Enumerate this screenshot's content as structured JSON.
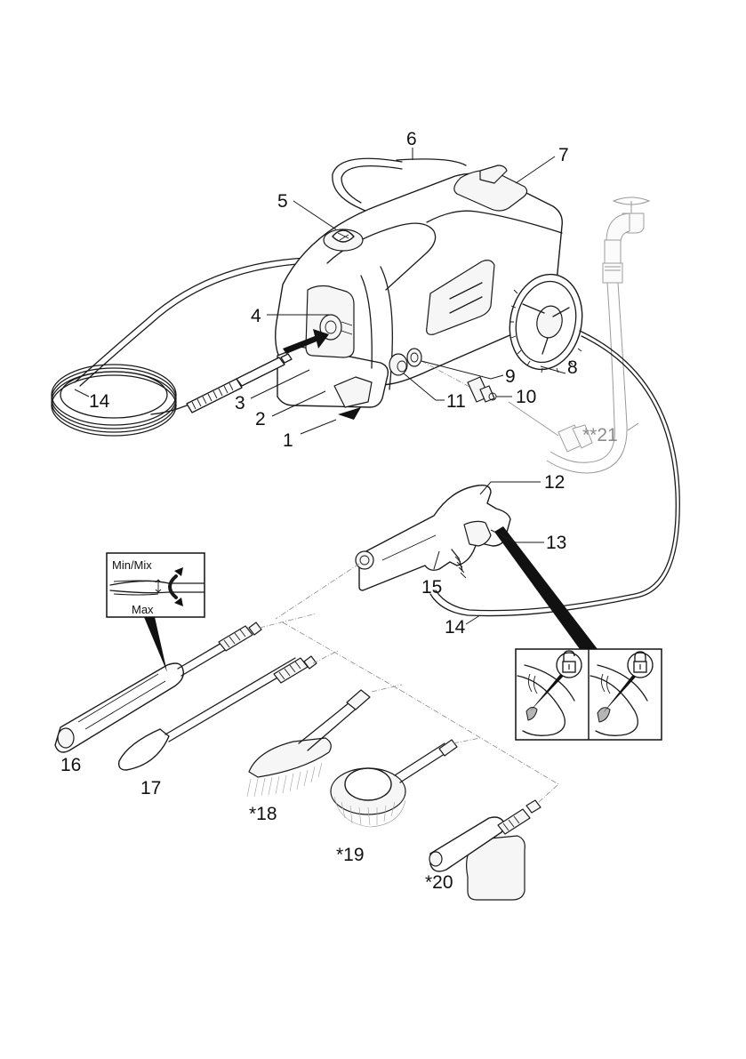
{
  "figure": {
    "type": "exploded-parts-diagram",
    "subject": "pressure washer with accessories"
  },
  "callouts": [
    {
      "id": "1",
      "label": "1"
    },
    {
      "id": "2",
      "label": "2"
    },
    {
      "id": "3",
      "label": "3"
    },
    {
      "id": "4",
      "label": "4"
    },
    {
      "id": "5",
      "label": "5"
    },
    {
      "id": "6",
      "label": "6"
    },
    {
      "id": "7",
      "label": "7"
    },
    {
      "id": "8",
      "label": "8"
    },
    {
      "id": "9",
      "label": "9"
    },
    {
      "id": "10",
      "label": "10"
    },
    {
      "id": "11",
      "label": "11"
    },
    {
      "id": "12",
      "label": "12"
    },
    {
      "id": "13",
      "label": "13"
    },
    {
      "id": "14a",
      "label": "14"
    },
    {
      "id": "14b",
      "label": "14"
    },
    {
      "id": "15",
      "label": "15"
    },
    {
      "id": "16",
      "label": "16"
    },
    {
      "id": "17",
      "label": "17"
    },
    {
      "id": "18",
      "label": "*18"
    },
    {
      "id": "19",
      "label": "*19"
    },
    {
      "id": "20",
      "label": "*20"
    },
    {
      "id": "21",
      "label": "**21"
    }
  ],
  "insets": {
    "spray_lance": {
      "top_label": "Min/Mix",
      "bottom_label": "Max"
    },
    "trigger_lock": {
      "left_state": "unlocked",
      "right_state": "locked"
    }
  },
  "colors": {
    "line": "#1a1a1a",
    "optional_part": "#9a9a9a",
    "callout_optional": "#8c8c8c"
  }
}
